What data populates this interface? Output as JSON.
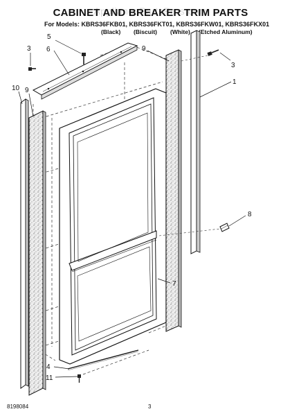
{
  "header": {
    "title": "CABINET AND BREAKER TRIM PARTS",
    "models_line": "For Models: KBRS36FKB01, KBRS36FKT01, KBRS36FKW01, KBRS36FKX01",
    "variants": [
      "(Black)",
      "(Biscuit)",
      "(White)",
      "(Etched Aluminum)"
    ],
    "watermark": "AppliancePartsPros.com"
  },
  "callouts": {
    "c1": "1",
    "c3a": "3",
    "c3b": "3",
    "c4": "4",
    "c5": "5",
    "c6": "6",
    "c7": "7",
    "c8": "8",
    "c9a": "9",
    "c9b": "9",
    "c10": "10",
    "c11": "11"
  },
  "footer": {
    "doc_number": "8198084",
    "page_number": "3"
  }
}
